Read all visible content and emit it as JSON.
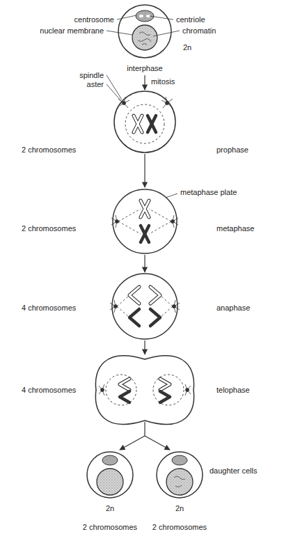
{
  "diagram": {
    "labels": [
      "centrosome",
      "centriole",
      "nuclear membrane",
      "chromatin",
      "2n",
      "interphase",
      "mitosis",
      "spindle",
      "aster",
      "2 chromosomes",
      "prophase",
      "metaphase plate",
      "2 chromosomes",
      "metaphase",
      "4 chromosomes",
      "anaphase",
      "4 chromosomes",
      "telophase",
      "daughter cells",
      "2n",
      "2n",
      "2 chromosomes",
      "2 chromosomes"
    ]
  }
}
